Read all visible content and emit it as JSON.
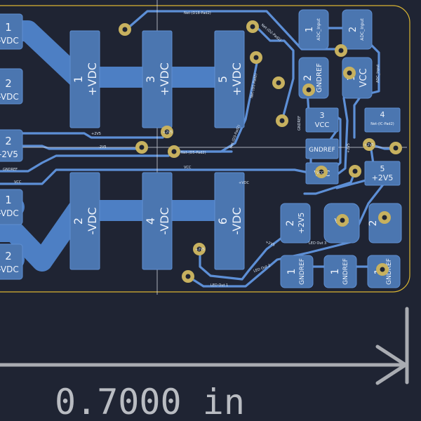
{
  "colors": {
    "background": "#1f2433",
    "copper_back": "#4d7fc4",
    "pad_back": "#4b76b0",
    "pad_outline": "#5f8fd2",
    "board_edge": "#d9b533",
    "via_ring": "#c7b15f",
    "dimension": "#a9acb2",
    "crosshair": "#d9dde6"
  },
  "pads_left": [
    {
      "num": "1",
      "net": "-VDC"
    },
    {
      "num": "2",
      "net": "-VDC"
    },
    {
      "num": "2",
      "net": "-2V5"
    },
    {
      "num": "1",
      "net": "-VDC"
    },
    {
      "num": "2",
      "net": "-VDC"
    }
  ],
  "pads_big": [
    {
      "num": "1",
      "net": "+VDC"
    },
    {
      "num": "3",
      "net": "+VDC"
    },
    {
      "num": "5",
      "net": "+VDC"
    },
    {
      "num": "2",
      "net": "-VDC"
    },
    {
      "num": "4",
      "net": "-VDC"
    },
    {
      "num": "6",
      "net": "-VDC"
    }
  ],
  "pads_small": [
    {
      "num": "1",
      "net": "ADC_Input"
    },
    {
      "num": "2",
      "net": "ADC_Input"
    },
    {
      "num": "2",
      "net": "GNDREF"
    },
    {
      "num": "1",
      "net": "VCC"
    },
    {
      "num": "3",
      "net": "VCC"
    },
    {
      "num": "4",
      "net": "Net-(IC-Pad2)"
    },
    {
      "num": "",
      "net": "GNDREF"
    },
    {
      "num": "",
      "net": "VCC"
    },
    {
      "num": "5",
      "net": "+2V5"
    },
    {
      "num": "2",
      "net": "+2V5"
    },
    {
      "num": "",
      "net": "VCC"
    },
    {
      "num": "2",
      "net": ""
    },
    {
      "num": "1",
      "net": "GNDREF"
    },
    {
      "num": "1",
      "net": "GNDREF"
    },
    {
      "num": "1",
      "net": "GNDREF"
    }
  ],
  "net_labels": [
    {
      "text": "Net-(D18-Pad2)"
    },
    {
      "text": "Net-(D2-Pad2)"
    },
    {
      "text": "Net-(D1-Pad2)"
    },
    {
      "text": "Net-(D3-Pad2)"
    },
    {
      "text": "+2V5"
    },
    {
      "text": "-2V5"
    },
    {
      "text": "GNDREF"
    },
    {
      "text": "VCC"
    },
    {
      "text": "VCC"
    },
    {
      "text": "Net-(D5-Pad2)"
    },
    {
      "text": "LED Out 3"
    },
    {
      "text": "LED Out 2"
    },
    {
      "text": "LED Out 1"
    },
    {
      "text": "+2V5"
    },
    {
      "text": "GNDREF"
    },
    {
      "text": "ADC_Input"
    },
    {
      "text": "+2V5"
    },
    {
      "text": "+VDC"
    }
  ],
  "via_labels": {
    "a": "+2V5",
    "b": "VCC",
    "c": "+2V5",
    "d": "+2V5"
  },
  "dimension": {
    "text": "0.7000 in"
  }
}
